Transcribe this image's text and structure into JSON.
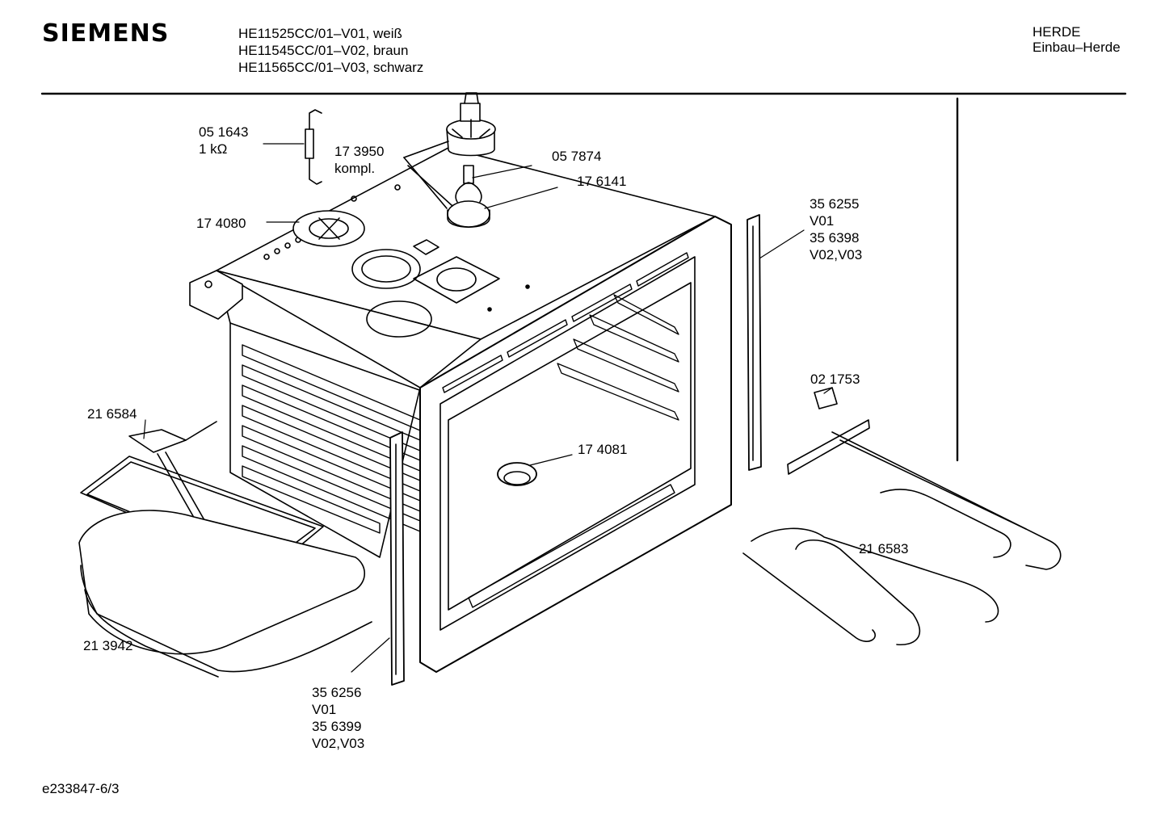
{
  "header": {
    "brand": "SIEMENS",
    "models": [
      "HE11525CC/01–V01, weiß",
      "HE11545CC/01–V02, braun",
      "HE11565CC/01–V03, schwarz"
    ],
    "category": [
      "HERDE",
      "Einbau–Herde"
    ]
  },
  "parts": {
    "p051643": [
      "05 1643",
      "1 kΩ"
    ],
    "p173950": [
      "17 3950",
      "kompl."
    ],
    "p057874": [
      "05 7874"
    ],
    "p176141": [
      "17 6141"
    ],
    "p174080": [
      "17 4080"
    ],
    "p356255": [
      "35 6255",
      "V01",
      "35 6398",
      "V02,V03"
    ],
    "p021753": [
      "02 1753"
    ],
    "p216584": [
      "21 6584"
    ],
    "p174081": [
      "17 4081"
    ],
    "p216583": [
      "21 6583"
    ],
    "p213942": [
      "21 3942"
    ],
    "p356256": [
      "35 6256",
      "V01",
      "35 6399",
      "V02,V03"
    ]
  },
  "footer": {
    "doc_id": "e233847-6/3"
  }
}
